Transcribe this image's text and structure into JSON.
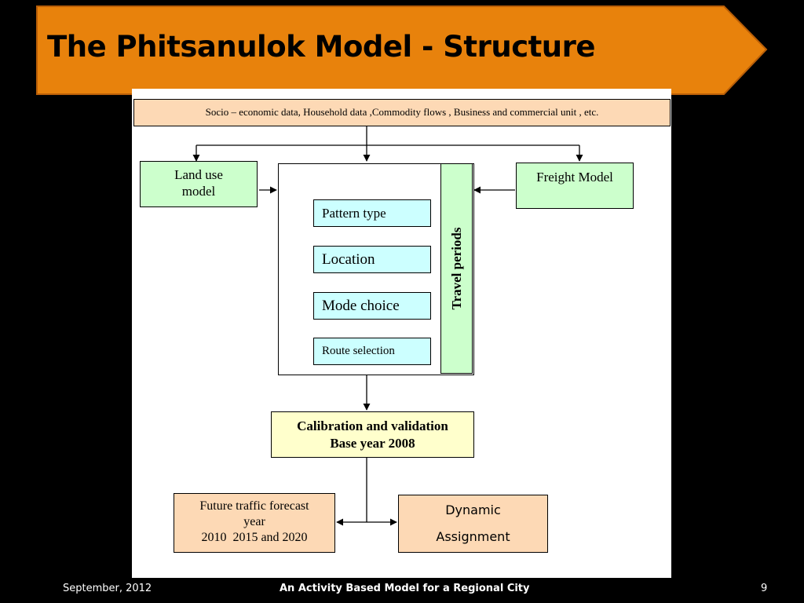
{
  "slide": {
    "title": "The Phitsanulok Model - Structure",
    "banner_color": "#e8820c",
    "background_color": "#000000"
  },
  "diagram": {
    "data_sources": "Socio – economic data, Household data ,Commodity flows , Business and commercial unit , etc.",
    "land_use_model": [
      "Land use",
      "model"
    ],
    "freight_model": "Freight Model",
    "steps": [
      "Pattern type",
      "Location",
      "Mode choice",
      "Route selection"
    ],
    "travel_periods": "Travel periods",
    "calibration": [
      "Calibration and validation",
      "Base year 2008"
    ],
    "forecast": [
      "Future traffic forecast",
      "year",
      "2010  2015 and 2020"
    ],
    "dynamic_assignment": [
      "Dynamic",
      "Assignment"
    ]
  },
  "footer": {
    "date": "September, 2012",
    "presentation_title": "An Activity Based Model for a Regional City",
    "page_number": "9"
  }
}
